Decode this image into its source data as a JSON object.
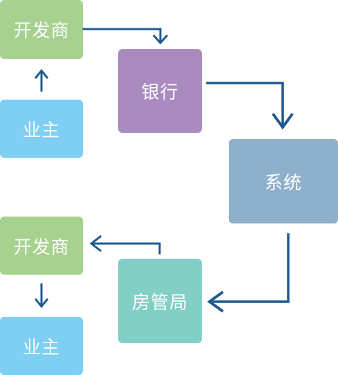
{
  "nodes": {
    "developer_top": {
      "label": "开发商",
      "color": "#a6d18e"
    },
    "owner_top": {
      "label": "业主",
      "color": "#7fcef4"
    },
    "bank": {
      "label": "银行",
      "color": "#a98bc0"
    },
    "system": {
      "label": "系统",
      "color": "#8fb0cc"
    },
    "developer_bottom": {
      "label": "开发商",
      "color": "#a6d18e"
    },
    "housing_bureau": {
      "label": "房管局",
      "color": "#82cfc6"
    },
    "owner_bottom": {
      "label": "业主",
      "color": "#7fcef4"
    }
  },
  "edge_color": "#1f5a8f",
  "edges": [
    {
      "from": "owner_top",
      "to": "developer_top"
    },
    {
      "from": "developer_top",
      "to": "bank"
    },
    {
      "from": "bank",
      "to": "system"
    },
    {
      "from": "system",
      "to": "housing_bureau"
    },
    {
      "from": "housing_bureau",
      "to": "developer_bottom"
    },
    {
      "from": "developer_bottom",
      "to": "owner_bottom"
    }
  ]
}
